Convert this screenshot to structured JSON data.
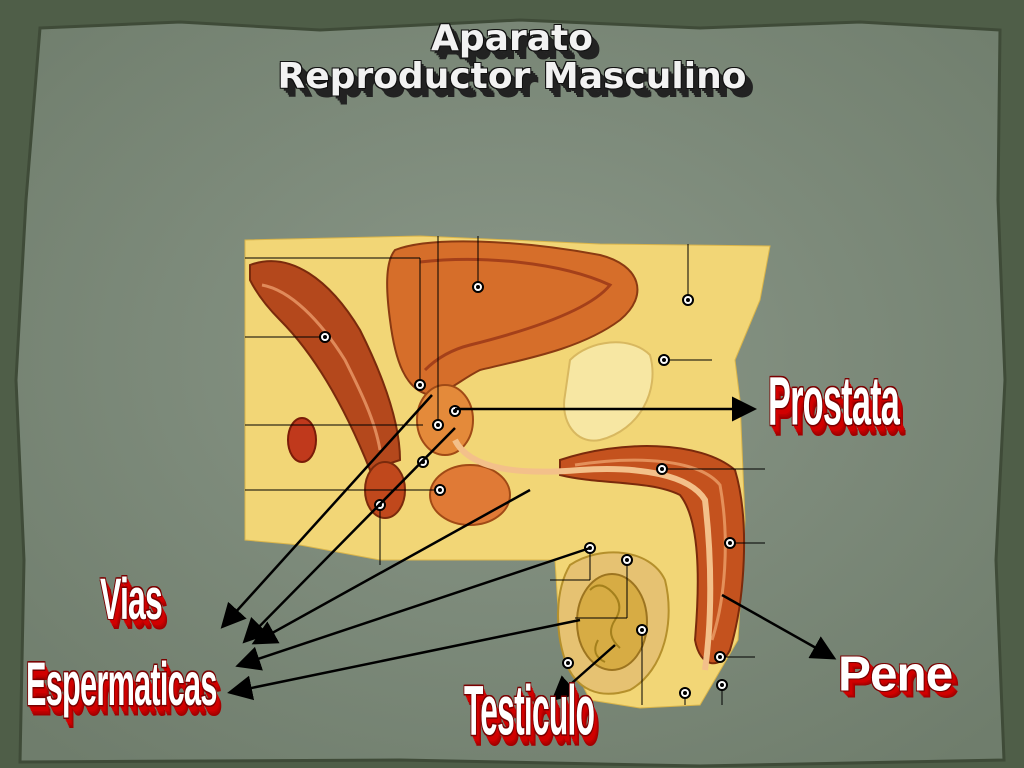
{
  "slide": {
    "title_line1": "Aparato",
    "title_line2": "Reproductor Masculino"
  },
  "labels": {
    "prostata": "Prostata",
    "pene": "Pene",
    "testiculo": "Testiculo",
    "vias": "Vias",
    "espermaticas": "Espermaticas"
  },
  "colors": {
    "background": "#7a8878",
    "frame": "#4f5e48",
    "label_text": "#ffffff",
    "label_shadow": "#d10000",
    "title_text": "#f2f2f2"
  }
}
